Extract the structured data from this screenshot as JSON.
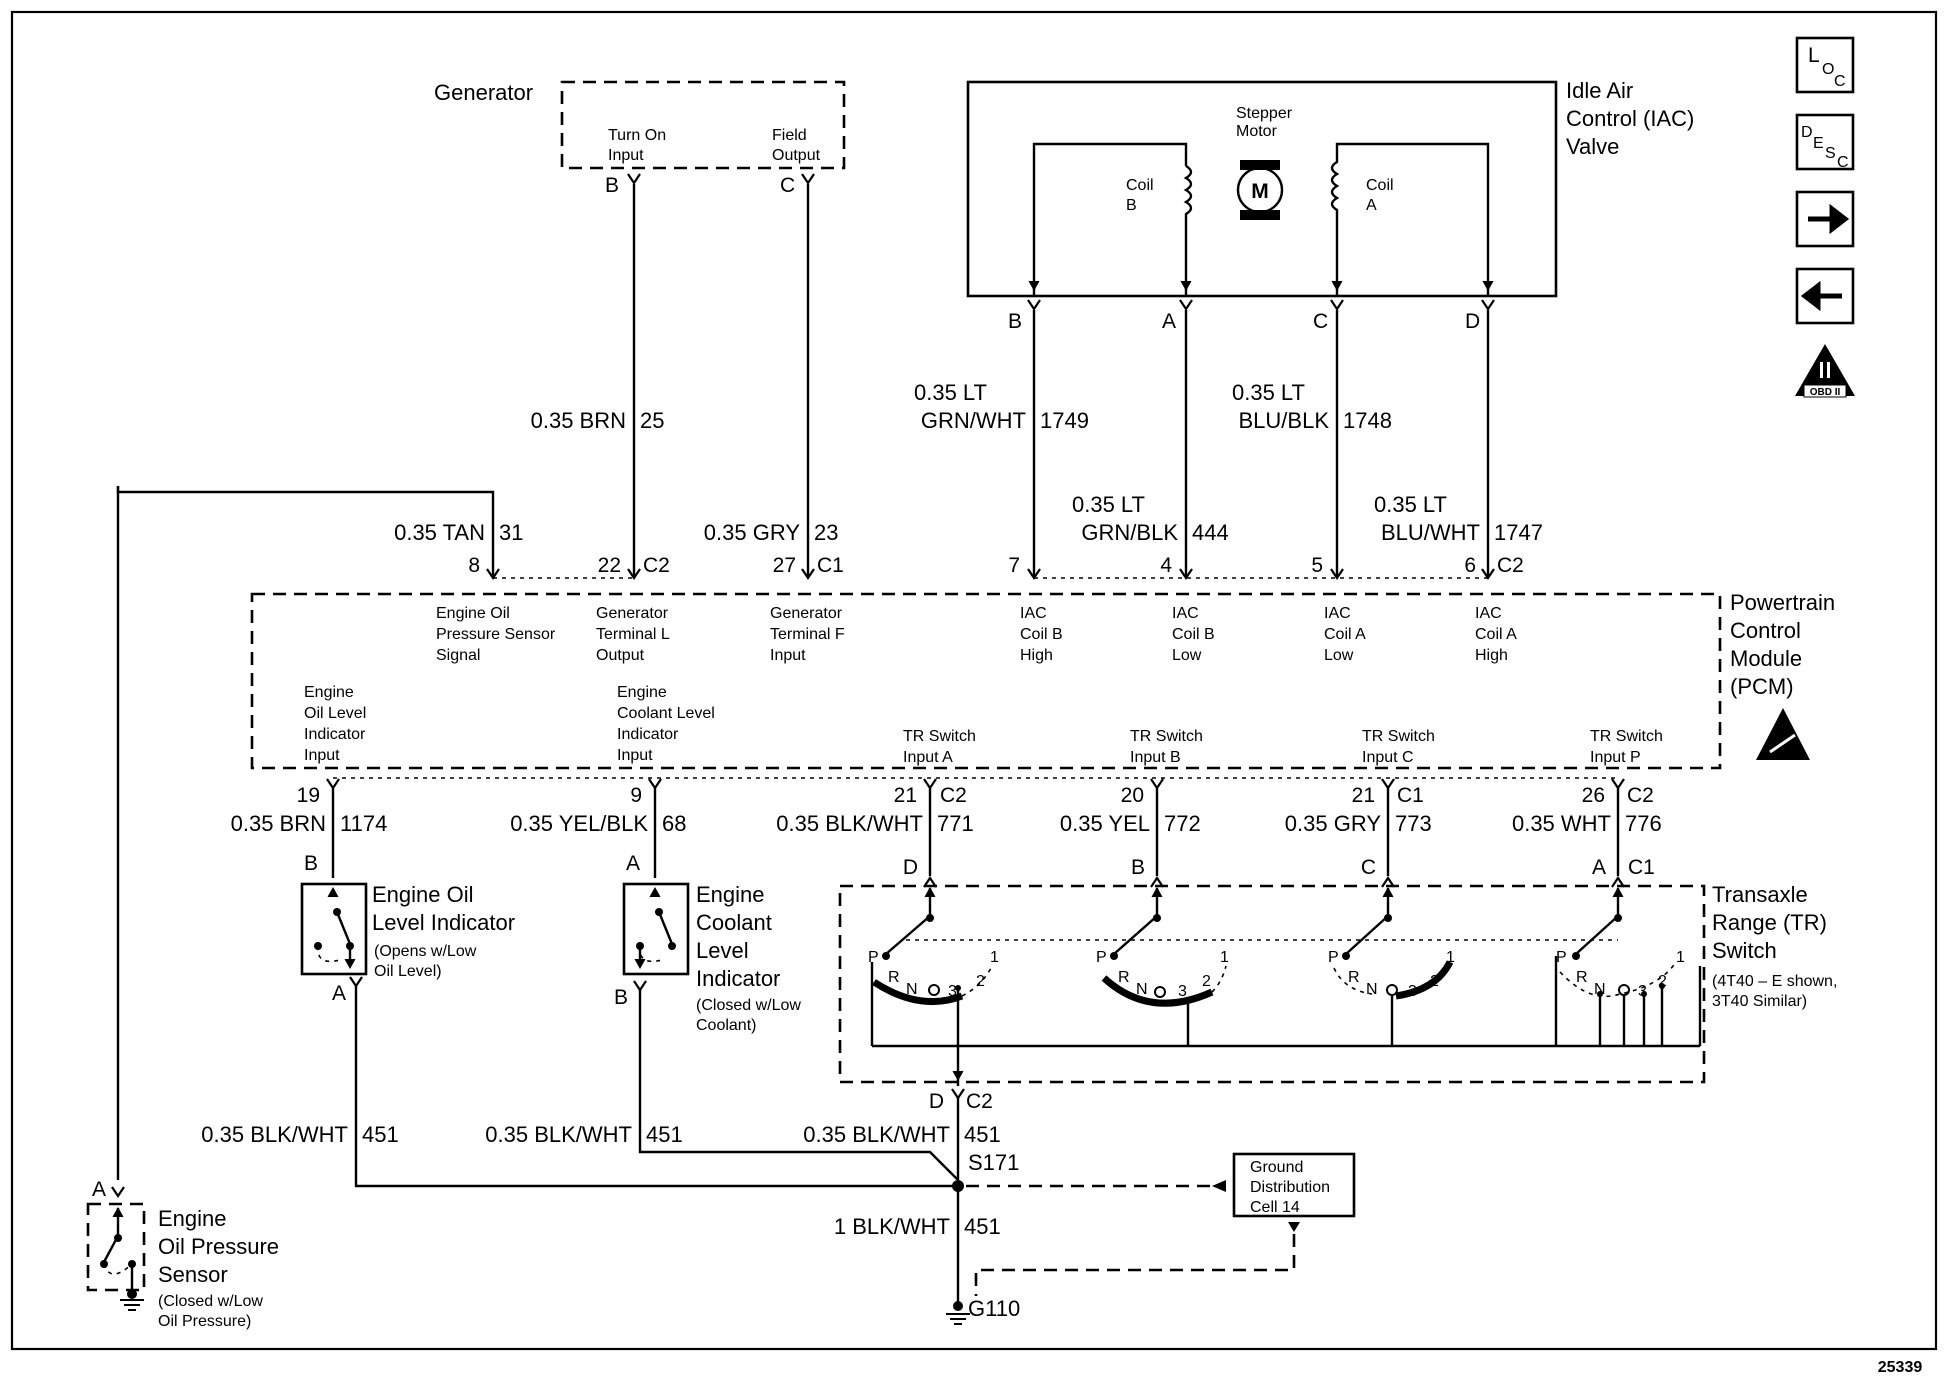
{
  "diagram_number": "25339",
  "icons": {
    "loc": [
      "L",
      "O",
      "C"
    ],
    "desc": [
      "D",
      "E",
      "S",
      "C"
    ],
    "obd": "OBD II"
  },
  "generator": {
    "title": "Generator",
    "turn_on": [
      "Turn On",
      "Input"
    ],
    "field": [
      "Field",
      "Output"
    ],
    "pin_b": "B",
    "pin_c": "C"
  },
  "iac": {
    "title": [
      "Idle Air",
      "Control (IAC)",
      "Valve"
    ],
    "stepper": [
      "Stepper",
      "Motor"
    ],
    "motor": "M",
    "coil_b": [
      "Coil",
      "B"
    ],
    "coil_a": [
      "Coil",
      "A"
    ],
    "pins": [
      "B",
      "A",
      "C",
      "D"
    ]
  },
  "wires_upper": [
    {
      "gauge": "0.35 BRN",
      "circuit": "25"
    },
    {
      "gauge": "0.35 LT",
      "gauge2": "GRN/WHT",
      "circuit": "1749"
    },
    {
      "gauge": "0.35 LT",
      "gauge2": "BLU/BLK",
      "circuit": "1748"
    },
    {
      "gauge": "0.35 TAN",
      "circuit": "31"
    },
    {
      "gauge": "0.35 GRY",
      "circuit": "23"
    },
    {
      "gauge": "0.35 LT",
      "gauge2": "GRN/BLK",
      "circuit": "444"
    },
    {
      "gauge": "0.35 LT",
      "gauge2": "BLU/WHT",
      "circuit": "1747"
    }
  ],
  "pcm_pins_top": [
    {
      "pin": "8"
    },
    {
      "pin": "22",
      "conn": "C2"
    },
    {
      "pin": "27",
      "conn": "C1"
    },
    {
      "pin": "7"
    },
    {
      "pin": "4"
    },
    {
      "pin": "5"
    },
    {
      "pin": "6",
      "conn": "C2"
    }
  ],
  "pcm": {
    "title": [
      "Powertrain",
      "Control",
      "Module",
      "(PCM)"
    ],
    "labels_top": [
      [
        "Engine Oil",
        "Pressure Sensor",
        "Signal"
      ],
      [
        "Generator",
        "Terminal L",
        "Output"
      ],
      [
        "Generator",
        "Terminal F",
        "Input"
      ],
      [
        "IAC",
        "Coil B",
        "High"
      ],
      [
        "IAC",
        "Coil B",
        "Low"
      ],
      [
        "IAC",
        "Coil A",
        "Low"
      ],
      [
        "IAC",
        "Coil A",
        "High"
      ]
    ],
    "labels_bottom": [
      [
        "Engine",
        "Oil Level",
        "Indicator",
        "Input"
      ],
      [
        "Engine",
        "Coolant Level",
        "Indicator",
        "Input"
      ],
      [
        "TR Switch",
        "Input A"
      ],
      [
        "TR Switch",
        "Input B"
      ],
      [
        "TR Switch",
        "Input C"
      ],
      [
        "TR Switch",
        "Input P"
      ]
    ]
  },
  "pcm_pins_bottom": [
    {
      "pin": "19",
      "gauge": "0.35 BRN",
      "circuit": "1174",
      "end": "B"
    },
    {
      "pin": "9",
      "gauge": "0.35 YEL/BLK",
      "circuit": "68",
      "end": "A"
    },
    {
      "pin": "21",
      "conn": "C2",
      "gauge": "0.35 BLK/WHT",
      "circuit": "771",
      "end": "D"
    },
    {
      "pin": "20",
      "gauge": "0.35 YEL",
      "circuit": "772",
      "end": "B"
    },
    {
      "pin": "21",
      "conn": "C1",
      "gauge": "0.35 GRY",
      "circuit": "773",
      "end": "C"
    },
    {
      "pin": "26",
      "conn": "C2",
      "gauge": "0.35 WHT",
      "circuit": "776",
      "end": "A",
      "end_conn": "C1"
    }
  ],
  "oil_level": {
    "title": [
      "Engine Oil",
      "Level Indicator"
    ],
    "note": [
      "(Opens w/Low",
      "Oil Level)"
    ],
    "pin_bottom": "A"
  },
  "coolant": {
    "title": [
      "Engine",
      "Coolant",
      "Level",
      "Indicator"
    ],
    "note": [
      "(Closed w/Low",
      "Coolant)"
    ],
    "pin_bottom": "B"
  },
  "tr_switch": {
    "title": [
      "Transaxle",
      "Range (TR)",
      "Switch"
    ],
    "note": [
      "(4T40 – E shown,",
      "3T40 Similar)"
    ],
    "positions": [
      "P",
      "R",
      "N",
      "D",
      "3",
      "2",
      "1"
    ],
    "out_pin": "D",
    "out_conn": "C2"
  },
  "ground": {
    "wires": [
      {
        "gauge": "0.35 BLK/WHT",
        "circuit": "451"
      },
      {
        "gauge": "0.35 BLK/WHT",
        "circuit": "451"
      },
      {
        "gauge": "0.35 BLK/WHT",
        "circuit": "451"
      },
      {
        "gauge": "1 BLK/WHT",
        "circuit": "451"
      }
    ],
    "splice": "S171",
    "dist": [
      "Ground",
      "Distribution",
      "Cell 14"
    ],
    "ground_point": "G110"
  },
  "oil_pressure": {
    "title": [
      "Engine",
      "Oil Pressure",
      "Sensor"
    ],
    "note": [
      "(Closed w/Low",
      "Oil Pressure)"
    ],
    "pin": "A"
  }
}
